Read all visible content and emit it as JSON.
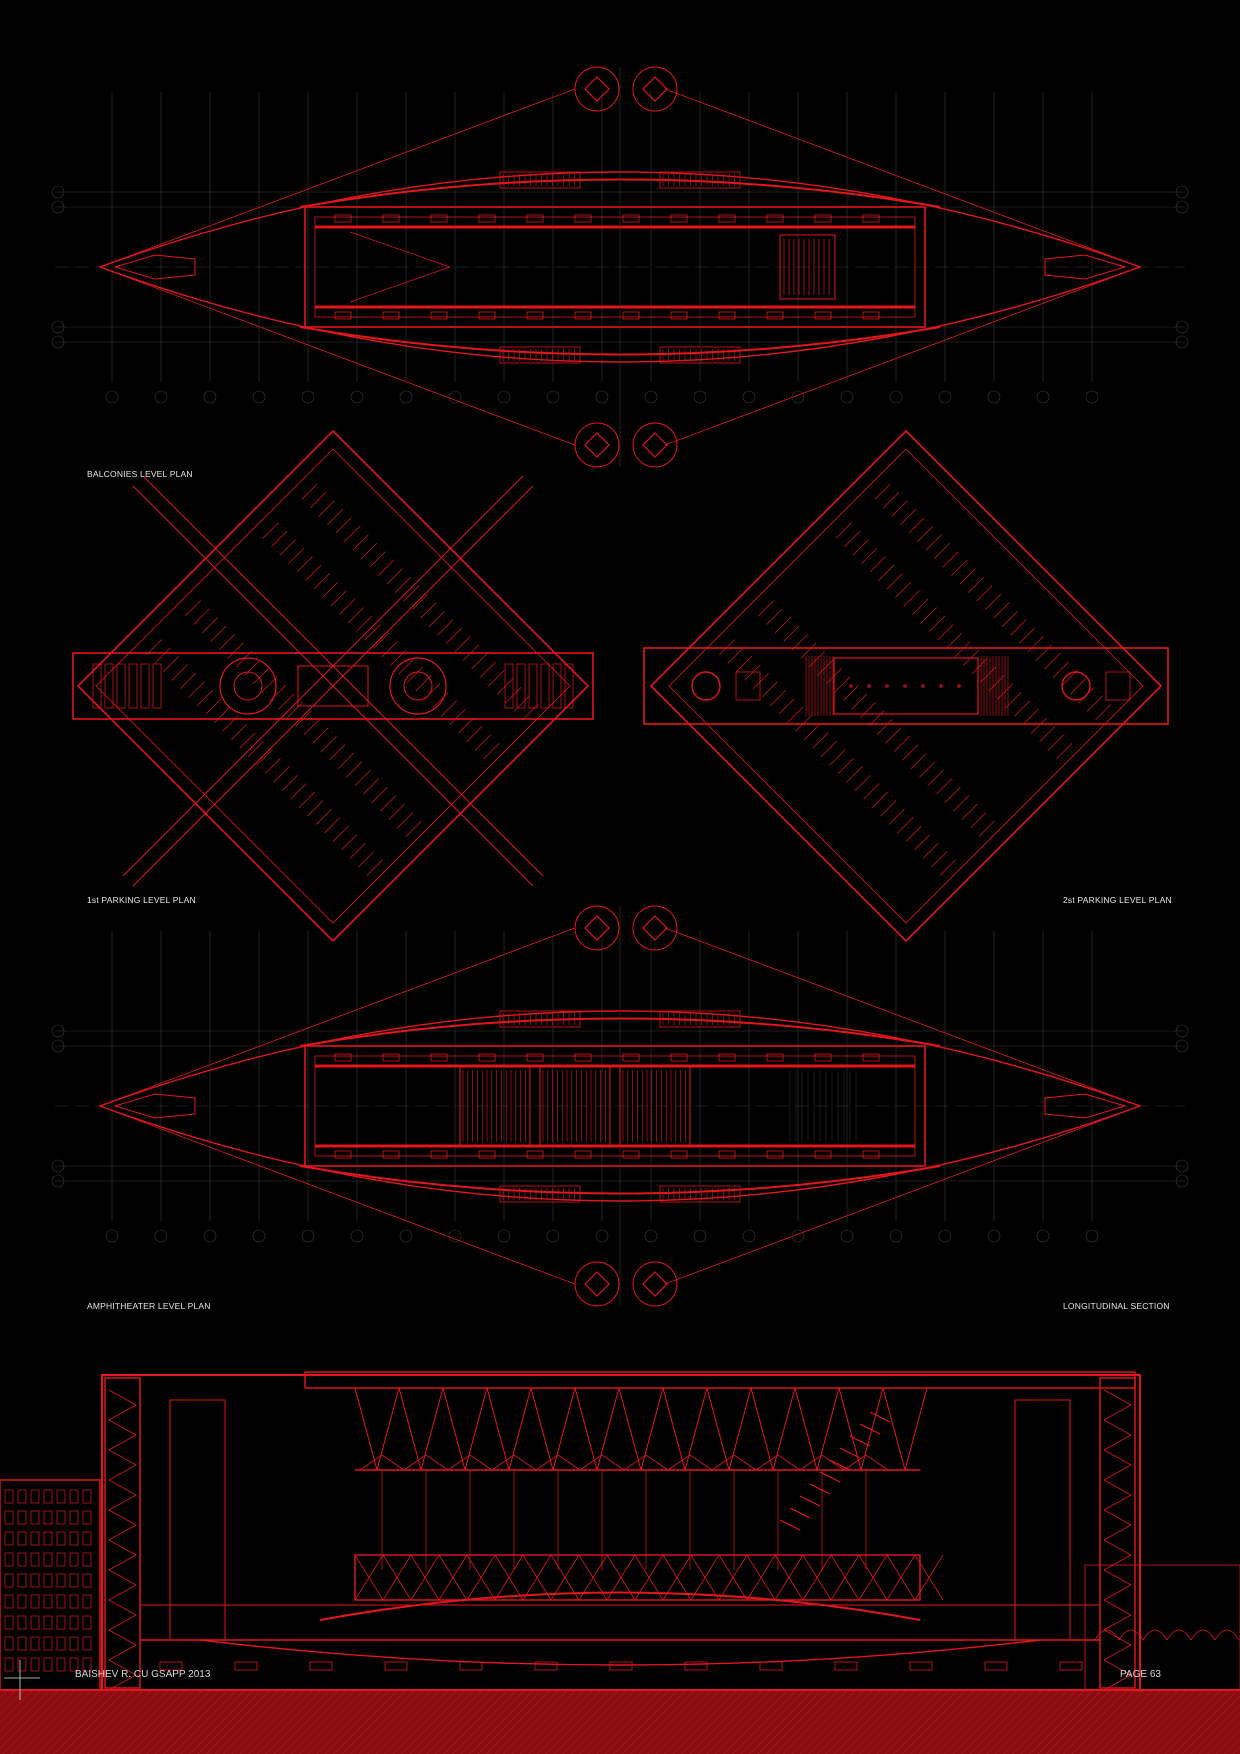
{
  "colors": {
    "background": "#000000",
    "linework": "#e3161c",
    "grid": "#3a3a3a",
    "text": "#e8e8e8"
  },
  "drawings": {
    "balconies": {
      "label": "BALCONIES LEVEL PLAN"
    },
    "parking1": {
      "label": "1st PARKING LEVEL PLAN"
    },
    "parking2": {
      "label": "2st PARKING LEVEL PLAN"
    },
    "amphitheater": {
      "label": "AMPHITHEATER LEVEL PLAN"
    },
    "section": {
      "label": "LONGITUDINAL SECTION"
    }
  },
  "footer": {
    "credit": "BAISHEV R. CU GSAPP 2013",
    "page": "PAGE 63"
  }
}
